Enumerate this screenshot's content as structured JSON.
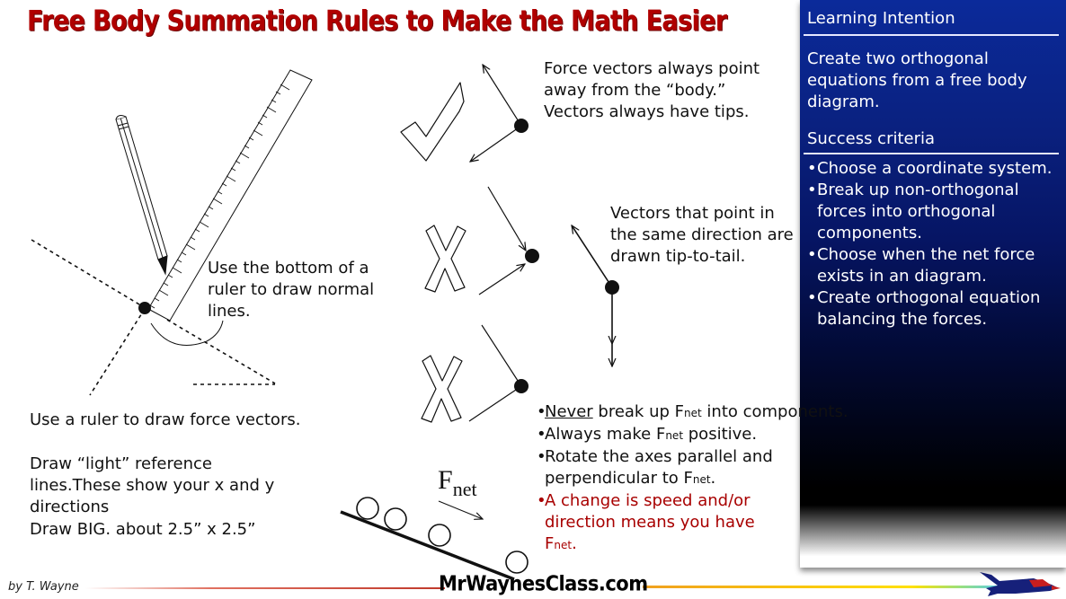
{
  "title": "Free Body Summation Rules to Make the Math Easier",
  "colors": {
    "title": "#b00000",
    "panel_top": "#0b2a9a",
    "panel_bottom": "#000000",
    "warning_text": "#a80000",
    "footer_line_left": "#c0392b",
    "footer_line_right": "#f5b800"
  },
  "panel": {
    "learning_intention_heading": "Learning Intention",
    "learning_intention_text": "Create two orthogonal equations from a free body diagram.",
    "success_criteria_heading": "Success criteria",
    "success_criteria": [
      "Choose a coordinate system.",
      "Break up non-orthogonal forces into orthogonal components.",
      "Choose when the net force exists in an diagram.",
      "Create orthogonal equation balancing the forces."
    ]
  },
  "left": {
    "ruler_caption": "Use the bottom of a ruler to draw normal lines.",
    "tip1": "Use a ruler to draw force vectors.",
    "tip2": "Draw “light” reference lines.These show your x and y directions",
    "tip3": "Draw BIG. about 2.5” x 2.5”"
  },
  "middle": {
    "rule1": "Force vectors always point away from the “body.” Vectors always have tips.",
    "rule2": "Vectors that point in the same direction are drawn tip-to-tail.",
    "fnet_label": "F",
    "fnet_sub": "net",
    "bullets": [
      {
        "pre_u": "Never",
        "text": " break up F",
        "sub": "net",
        "post": " into components."
      },
      {
        "text": "Always make F",
        "sub": "net",
        "post": " positive."
      },
      {
        "text": "Rotate the axes parallel and perpendicular to F",
        "sub": "net",
        "post": "."
      },
      {
        "text": "A change is speed and/or direction means you have F",
        "sub": "net",
        "post": "."
      }
    ]
  },
  "footer": {
    "author": "by T. Wayne",
    "site": "MrWaynesClass.com"
  },
  "icons": {
    "checkmark": "check-icon",
    "wrong_marks": "x-icon",
    "pencil": "pencil-icon",
    "ruler": "ruler-icon",
    "rocket_logo": "rocket-ship-icon"
  }
}
